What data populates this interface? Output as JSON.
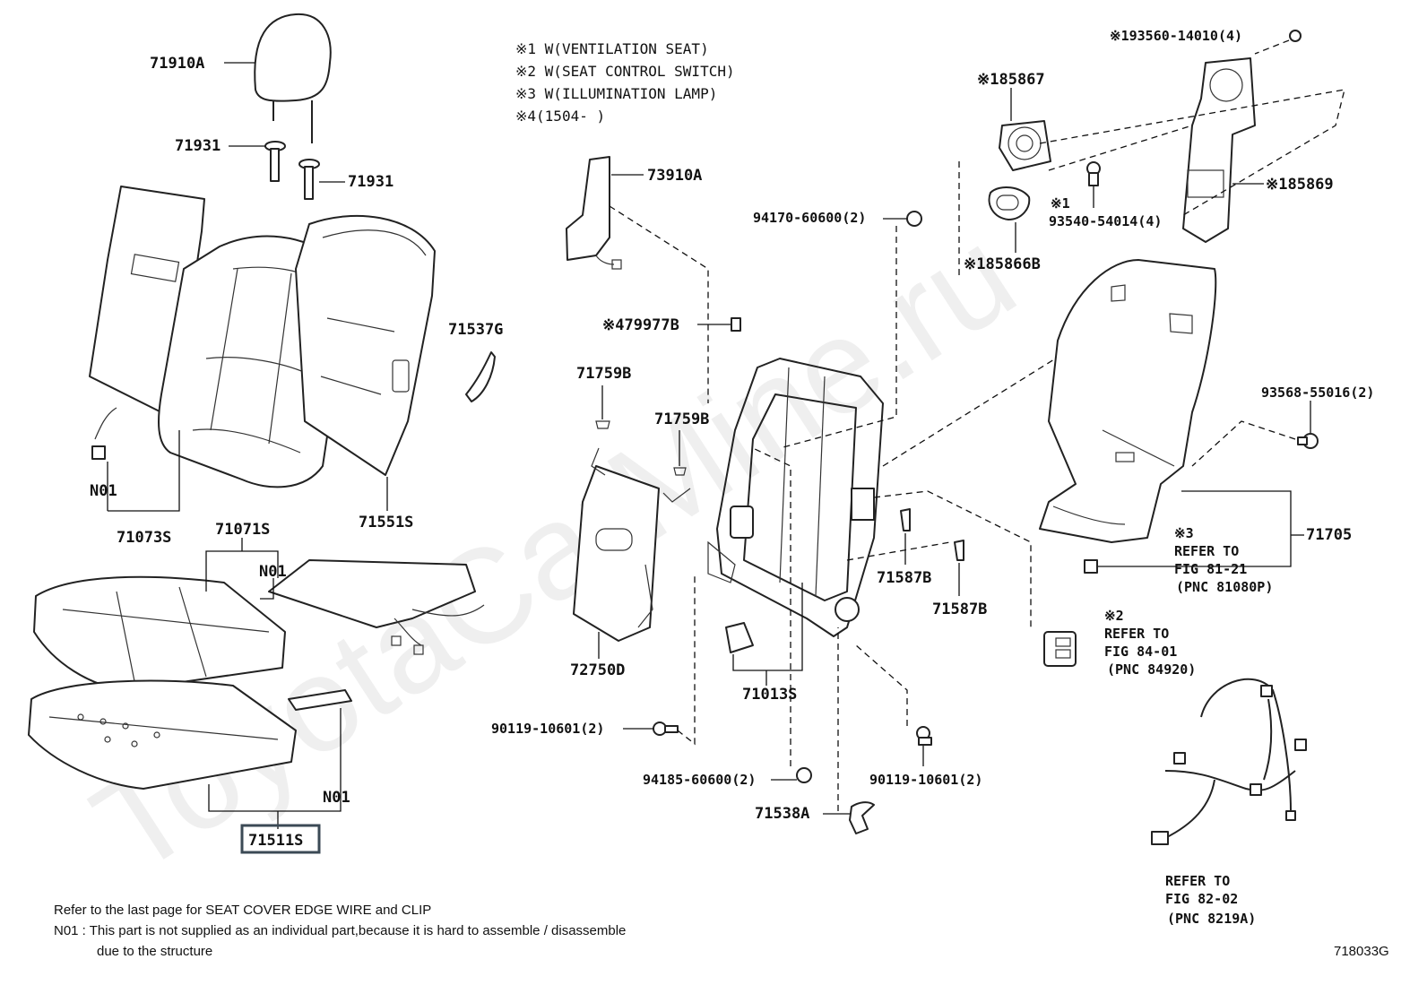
{
  "watermark": "ToyotaCarMine.ru",
  "notes": [
    "※1  W(VENTILATION  SEAT)",
    "※2  W(SEAT  CONTROL  SWITCH)",
    "※3  W(ILLUMINATION  LAMP)",
    "※4(1504-        )"
  ],
  "labels": {
    "p71910A": "71910A",
    "p71931a": "71931",
    "p71931b": "71931",
    "p71073S": "71073S",
    "n01a": "N01",
    "p71071S": "71071S",
    "n01b": "N01",
    "p71551S": "71551S",
    "p71537G": "71537G",
    "p71511S": "71511S",
    "n01c": "N01",
    "p73910A": "73910A",
    "p479977B": "※479977B",
    "p71759Ba": "71759B",
    "p71759Bb": "71759B",
    "p72750D": "72750D",
    "p90119a": "90119-10601(2)",
    "p94185": "94185-60600(2)",
    "p94170": "94170-60600(2)",
    "p71013S": "71013S",
    "p71538A": "71538A",
    "p71587Ba": "71587B",
    "p71587Bb": "71587B",
    "p90119b": "90119-10601(2)",
    "p185867": "※185867",
    "p185866B": "※185866B",
    "p193560": "※193560-14010(4)",
    "p185869": "※185869",
    "p93540_mark": "※1",
    "p93540": "93540-54014(4)",
    "p93568": "93568-55016(2)",
    "p71705": "71705",
    "ref3_mark": "※3",
    "ref3_a": "REFER TO",
    "ref3_b": "FIG 81-21",
    "ref3_c": "(PNC 81080P)",
    "ref2_mark": "※2",
    "ref2_a": "REFER TO",
    "ref2_b": "FIG 84-01",
    "ref2_c": "(PNC 84920)",
    "ref_a": "REFER TO",
    "ref_b": "FIG 82-02",
    "ref_c": "(PNC 8219A)"
  },
  "footer": {
    "line1": "Refer to the last page for SEAT COVER EDGE WIRE and CLIP",
    "line2": "N01 : This part is not supplied as an individual part,because it is hard to assemble / disassemble",
    "line3": "due to the structure",
    "code": "718033G"
  }
}
